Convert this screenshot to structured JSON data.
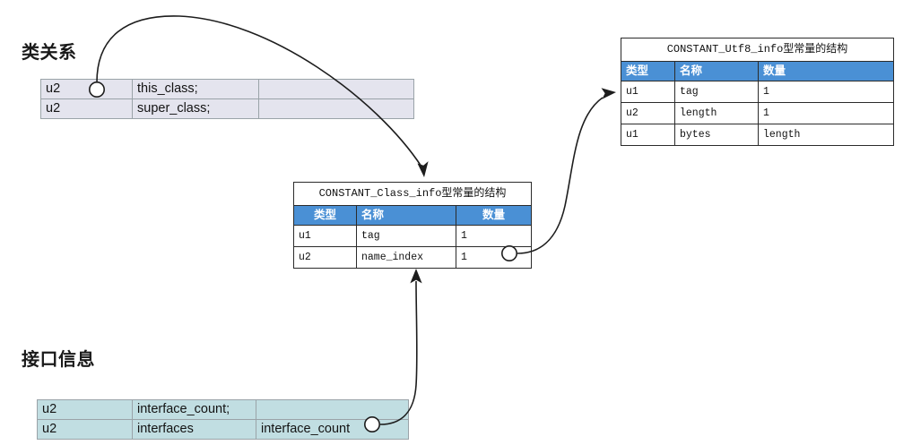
{
  "sections": {
    "class_relation_title": "类关系",
    "interface_title": "接口信息"
  },
  "class_relation_table": {
    "name": "class-relation-table",
    "fill_color": "#e4e4ee",
    "border_color": "#9aa3a8",
    "rows": [
      [
        "u2",
        "this_class;",
        ""
      ],
      [
        "u2",
        "super_class;",
        ""
      ]
    ]
  },
  "interface_table": {
    "name": "interface-table",
    "fill_color": "#c1dee2",
    "border_color": "#9aa3a8",
    "rows": [
      [
        "u2",
        "interface_count;",
        ""
      ],
      [
        "u2",
        "interfaces",
        "interface_count"
      ]
    ]
  },
  "class_info_table": {
    "title": "CONSTANT_Class_info型常量的结构",
    "header_color": "#4a90d5",
    "headers": [
      "类型",
      "名称",
      "数量"
    ],
    "rows": [
      [
        "u1",
        "tag",
        "1"
      ],
      [
        "u2",
        "name_index",
        "1"
      ]
    ]
  },
  "utf8_info_table": {
    "title": "CONSTANT_Utf8_info型常量的结构",
    "header_color": "#4a90d5",
    "headers": [
      "类型",
      "名称",
      "数量"
    ],
    "rows": [
      [
        "u1",
        "tag",
        "1"
      ],
      [
        "u2",
        "length",
        "1"
      ],
      [
        "u1",
        "bytes",
        "length"
      ]
    ]
  },
  "connectors": [
    {
      "name": "this-class-to-class-info",
      "from": "class-relation-table.this_class",
      "to": "class-info-table",
      "stroke": "#1d1d1d"
    },
    {
      "name": "name-index-to-utf8-info",
      "from": "class-info-table.name_index",
      "to": "utf8-info-table",
      "stroke": "#1d1d1d"
    },
    {
      "name": "interfaces-to-class-info",
      "from": "interface-table.interfaces",
      "to": "class-info-table",
      "stroke": "#1d1d1d"
    }
  ]
}
